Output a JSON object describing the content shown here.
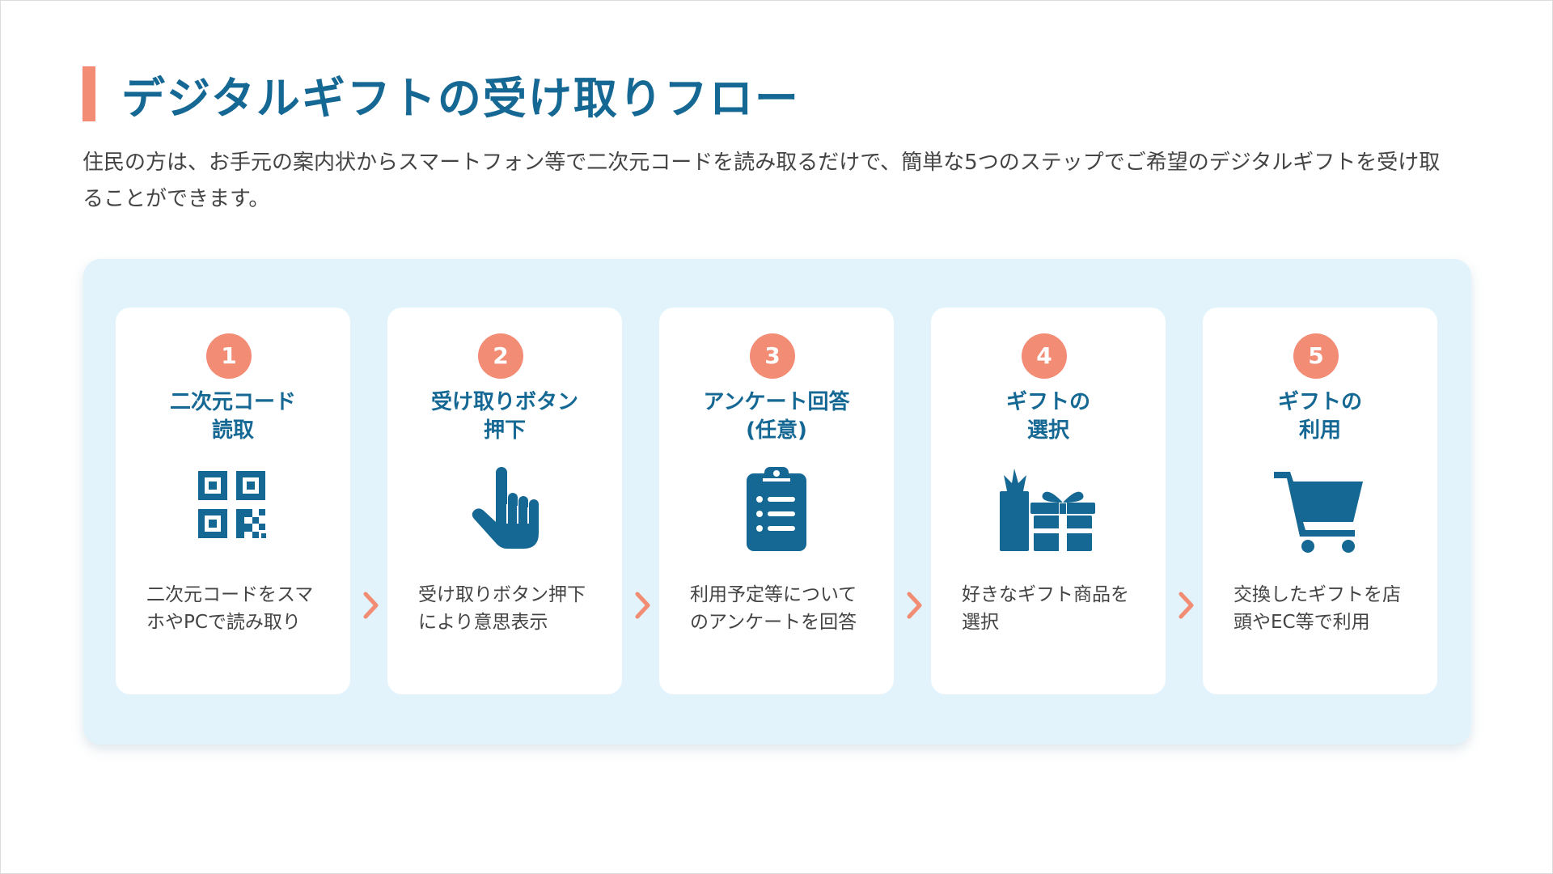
{
  "page": {
    "title": "デジタルギフトの受け取りフロー",
    "description": "住民の方は、お手元の案内状からスマートフォン等で二次元コードを読み取るだけで、簡単な5つのステップでご希望のデジタルギフトを受け取ることができます。"
  },
  "colors": {
    "accent": "#f28c74",
    "title": "#156893",
    "icon": "#156893",
    "panel_background": "#e2f3fb",
    "card_background": "#ffffff",
    "text": "#444444"
  },
  "steps": [
    {
      "number": "1",
      "title": "二次元コード\n読取",
      "icon": "qr-code-icon",
      "text": "二次元コードをスマホやPCで読み取り"
    },
    {
      "number": "2",
      "title": "受け取りボタン\n押下",
      "icon": "pointing-hand-icon",
      "text": "受け取りボタン押下により意思表示"
    },
    {
      "number": "3",
      "title": "アンケート回答\n(任意)",
      "icon": "clipboard-list-icon",
      "text": "利用予定等についてのアンケートを回答"
    },
    {
      "number": "4",
      "title": "ギフトの\n選択",
      "icon": "gift-icon",
      "text": "好きなギフト商品を選択"
    },
    {
      "number": "5",
      "title": "ギフトの\n利用",
      "icon": "shopping-cart-icon",
      "text": "交換したギフトを店頭やEC等で利用"
    }
  ],
  "arrow_icon": "chevron-right-icon"
}
